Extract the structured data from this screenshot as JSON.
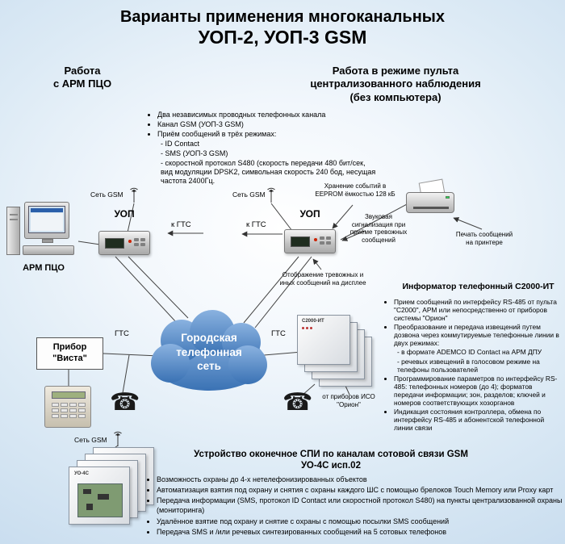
{
  "title": {
    "line1": "Варианты применения многоканальных",
    "line2": "УОП-2, УОП-3 GSM"
  },
  "mode_left": {
    "line1": "Работа",
    "line2": "с АРМ ПЦО"
  },
  "mode_right": {
    "line1": "Работа в режиме пульта",
    "line2": "централизованного наблюдения",
    "line3": "(без компьютера)"
  },
  "features": {
    "items": [
      "Два независимых проводных телефонных канала",
      "Канал GSM (УОП-3 GSM)",
      "Приём сообщений в трёх режимах:"
    ],
    "sub_items": [
      "- ID Contact",
      "- SMS (УОП-3 GSM)",
      "- скоростной протокол S480 (скорость передачи 480 бит/сек, вид модуляции DPSK2, символьная скорость 240 бод, несущая частота 2400Гц."
    ]
  },
  "labels": {
    "uop": "УОП",
    "set_gsm": "Сеть GSM",
    "k_gts": "к ГТС",
    "gts": "ГТС",
    "arm_pco": "АРМ ПЦО",
    "c2000_device": "С2000-ИТ",
    "uo4s_device": "УО-4С"
  },
  "annotations": {
    "eeprom": "Хранение событий в EEPROM ёмкостью 128 кБ",
    "sound": "Звуковая сигнализация при приёме тревожных сообщений",
    "print": "Печать сообщений на принтере",
    "display": "Отображение тревожных и иных сообщений на дисплее",
    "from_orion": "от приборов ИСО \"Орион\""
  },
  "cloud": {
    "line1": "Городская",
    "line2": "телефонная",
    "line3": "сеть"
  },
  "vista": {
    "line1": "Прибор",
    "line2": "\"Виста\""
  },
  "informator": {
    "title": "Информатор телефонный С2000-ИТ",
    "bullets": [
      "Прием сообщений по интерфейсу RS-485 от пульта \"С2000\", АРМ или непосредственно от приборов системы \"Орион\"",
      "Преобразование и передача извещений путем дозвона через коммутируемые телефонные линии в двух режимах:",
      "Программирование параметров по интерфейсу RS-485: телефонных номеров (до 4); форматов передачи информации; зон, разделов; ключей и номеров соответствующих хозорганов",
      "Индикация состояния контроллера, обмена по интерфейсу RS-485 и абонентской телефонной линии связи"
    ],
    "sub_bullets": [
      "- в формате ADEMCO ID Contact на АРМ ДПУ",
      "- речевых извещений в голосовом режиме на телефоны пользователей"
    ]
  },
  "uo4s_section": {
    "title_line1": "Устройство оконечное СПИ по каналам сотовой связи GSM",
    "title_line2": "УО-4С исп.02",
    "bullets": [
      "Возможность охраны до 4-х нетелефонизированных  объектов",
      "Автоматизация взятия под охрану и снятия с охраны каждого ШС с помощью брелоков Touch Memory или Proxy карт",
      "Передача информации (SMS, протокол ID Contact или скоростной протокол S480) на пункты централизованной охраны (мониторинга)",
      "Удалённое  взятие под охрану и снятие с охраны с  помощью посылки SMS сообщений",
      "Передача SMS и /или речевых синтезированных сообщений на 5 сотовых телефонов"
    ]
  },
  "icons": {
    "phone": "☎"
  },
  "colors": {
    "cloud_top": "#8ab2e0",
    "cloud_bottom": "#3a72b4",
    "background_edge": "#c6dbee"
  }
}
